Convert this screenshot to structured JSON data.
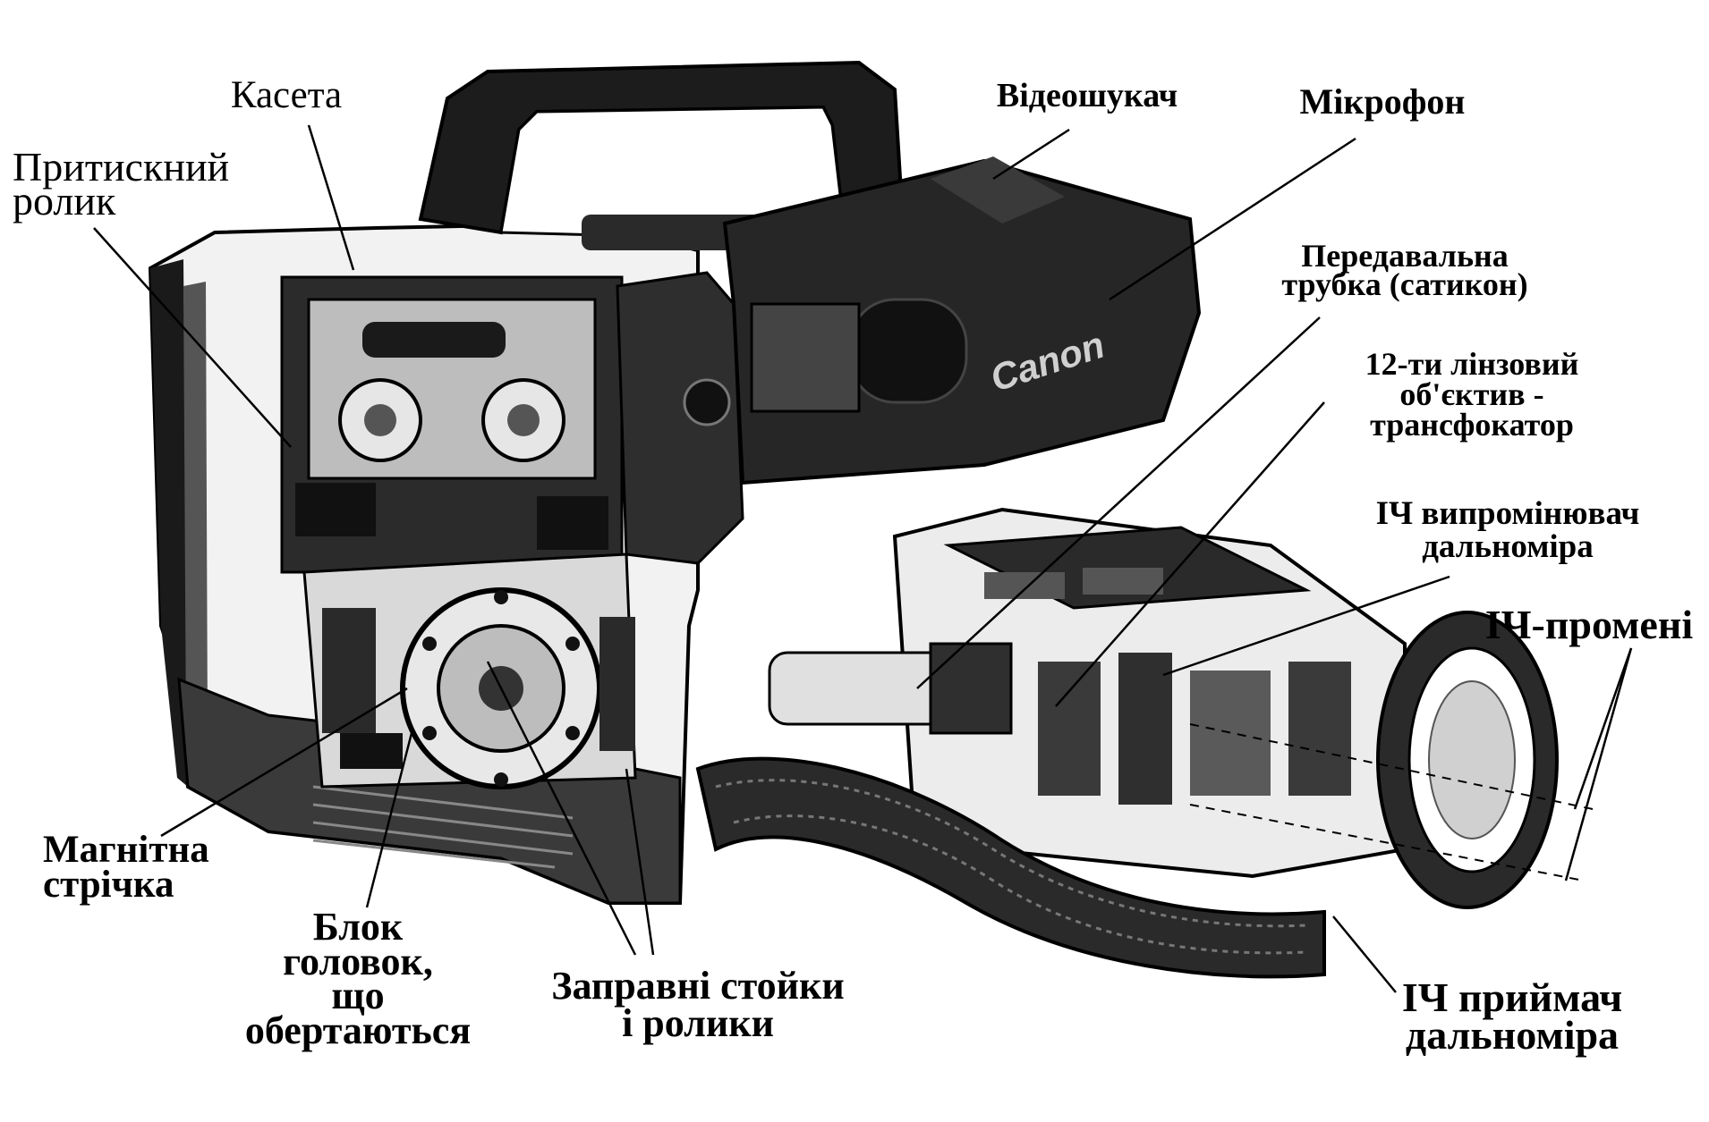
{
  "labels": {
    "kaseta": "Касета",
    "prytysknyi_1": "Притискний",
    "prytysknyi_2": "ролик",
    "videoshukach": "Відеошукач",
    "mikrofon": "Мікрофон",
    "trubka_1": "Передавальна",
    "trubka_2": "трубка (сатикон)",
    "obiektyv_1": "12-ти лінзовий",
    "obiektyv_2": "об'єктив -",
    "obiektyv_3": "трансфокатор",
    "vyprominiuvach_1": "ІЧ випромінювач",
    "vyprominiuvach_2": "дальноміра",
    "promeni": "ІЧ-промені",
    "strichka_1": "Магнітна",
    "strichka_2": "стрічка",
    "blok_1": "Блок",
    "blok_2": "головок,",
    "blok_3": "що",
    "blok_4": "обертаються",
    "stoiky_1": "Заправні стойки",
    "stoiky_2": "і ролики",
    "pryimach_1": "ІЧ приймач",
    "pryimach_2": "дальноміра"
  },
  "camera_brand": "Canon"
}
